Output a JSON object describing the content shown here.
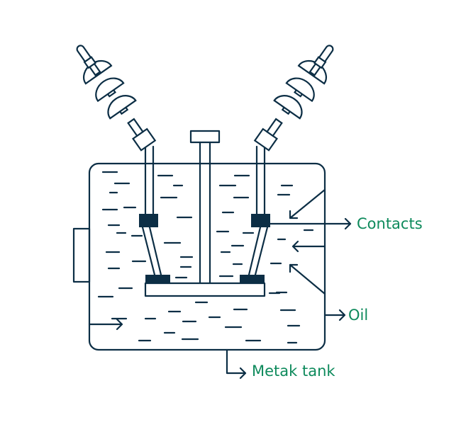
{
  "diagram": {
    "labels": {
      "contacts": "Contacts",
      "oil": "Oil",
      "tank": "Metak tank"
    },
    "colors": {
      "stroke": "#0c2e45",
      "label": "#0e8a5c",
      "fill_dark": "#0c2e45"
    }
  }
}
